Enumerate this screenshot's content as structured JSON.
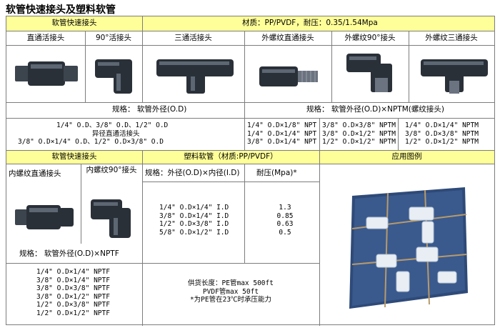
{
  "page_title": "软管快速接头及塑料软管",
  "top_section": {
    "header_left": "软管快速接头",
    "header_right": "材质：PP/PVDF，耐压：0.35/1.54Mpa",
    "products": [
      "直通活接头",
      "90°活接头",
      "三通活接头",
      "外螺纹直通接头",
      "外螺纹90°接头",
      "外螺纹三通接头"
    ],
    "spec_left": "规格：  软管外径(O.D)",
    "spec_right": "规格：  软管外径(O.D)×NPTM(螺纹接头)",
    "sizes_col1": [
      "1/4\" O.D、3/8\" O.D、1/2\" O.D",
      "异径直通活接头",
      "3/8\" O.D×1/4\" O.D、1/2\" O.D×3/8\" O.D"
    ],
    "sizes_col2": [
      "1/4\" O.D×1/8\" NPT",
      "1/4\" O.D×1/4\" NPT",
      "3/8\" O.D×1/4\" NPT"
    ],
    "sizes_col3": [
      "3/8\" O.D×3/8\" NPTM",
      "3/8\" O.D×1/2\" NPTM",
      "1/2\" O.D×1/2\" NPTM"
    ],
    "sizes_col4": [
      "1/4\" O.D×1/4\" NPTM",
      "3/8\" O.D×3/8\" NPTM",
      "1/2\" O.D×1/2\" NPTM"
    ]
  },
  "bottom_section": {
    "header_fittings": "软管快速接头",
    "header_tubing": "塑料软管（材质:PP/PVDF）",
    "header_application": "应用图例",
    "products": [
      "内螺纹直通接头",
      "内螺纹90°接头"
    ],
    "spec_label": "规格：  软管外径(O.D)×NPTF",
    "nptf_sizes": [
      "1/4\" O.D×1/4\" NPTF",
      "3/8\" O.D×1/4\" NPTF",
      "3/8\" O.D×3/8\" NPTF",
      "3/8\" O.D×1/2\" NPTF",
      "1/2\" O.D×3/8\" NPTF",
      "1/2\" O.D×1/2\" NPTF"
    ],
    "tubing_col_spec": "规格：外径(O.D)×内径(I.D)",
    "tubing_col_pressure": "耐压(Mpa)*",
    "tubing_rows": [
      {
        "spec": "1/4\" O.D×1/4\" I.D",
        "pressure": "1.3"
      },
      {
        "spec": "3/8\" O.D×1/4\" I.D",
        "pressure": "0.85"
      },
      {
        "spec": "1/2\" O.D×3/8\" I.D",
        "pressure": "0.63"
      },
      {
        "spec": "5/8\" O.D×1/2\" I.D",
        "pressure": "0.5"
      }
    ],
    "supply_notes": [
      "供货长度：PE管max 500ft",
      "PVDF管max 50ft",
      "*为PE管在23℃时承压能力"
    ]
  },
  "colors": {
    "header_bg": "#ffff99",
    "border": "#7d7d7d",
    "fitting_body": "#2a3038",
    "application_bg": "#2e4a78"
  }
}
